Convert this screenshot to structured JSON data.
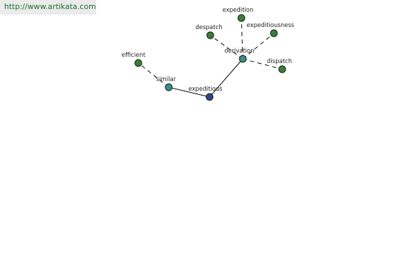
{
  "header": {
    "url": "http://www.artikata.com"
  },
  "colors": {
    "center_node": "#35408a",
    "hub_node": "#3d8a8a",
    "leaf_node": "#3f7a3d",
    "node_stroke": "#0e2a0e",
    "url_text": "#1f6e2b"
  },
  "graph": {
    "nodes": [
      {
        "id": "expeditious",
        "label": "expeditious",
        "kind": "center"
      },
      {
        "id": "similar",
        "label": "similar",
        "kind": "hub"
      },
      {
        "id": "derivation",
        "label": "derivation",
        "kind": "hub"
      },
      {
        "id": "efficient",
        "label": "efficient",
        "kind": "leaf"
      },
      {
        "id": "despatch",
        "label": "despatch",
        "kind": "leaf"
      },
      {
        "id": "expedition",
        "label": "expedition",
        "kind": "leaf"
      },
      {
        "id": "expeditiousness",
        "label": "expeditiousness",
        "kind": "leaf"
      },
      {
        "id": "dispatch",
        "label": "dispatch",
        "kind": "leaf"
      }
    ],
    "edges": [
      {
        "from": "expeditious",
        "to": "similar",
        "style": "solid"
      },
      {
        "from": "expeditious",
        "to": "derivation",
        "style": "solid"
      },
      {
        "from": "similar",
        "to": "efficient",
        "style": "dashed"
      },
      {
        "from": "derivation",
        "to": "despatch",
        "style": "dashed"
      },
      {
        "from": "derivation",
        "to": "expedition",
        "style": "dashed"
      },
      {
        "from": "derivation",
        "to": "expeditiousness",
        "style": "dashed"
      },
      {
        "from": "derivation",
        "to": "dispatch",
        "style": "dashed"
      }
    ]
  }
}
